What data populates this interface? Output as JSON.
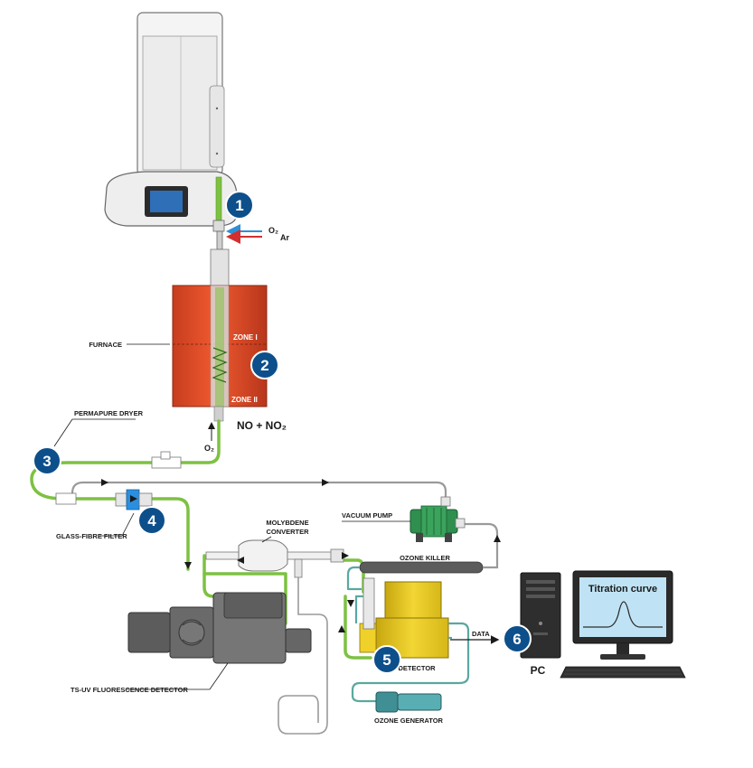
{
  "labels": {
    "o2_in": "O₂",
    "ar_in": "Ar",
    "furnace": "FURNACE",
    "zone1": "ZONE I",
    "zone2": "ZONE II",
    "no_nox": "NO + NO₂",
    "o2_bottom": "O₂",
    "permapure": "PERMAPURE DRYER",
    "glassfibre": "GLASS-FIBRE FILTER",
    "molybdene": "MOLYBDENE",
    "converter": "CONVERTER",
    "vacuum_pump": "VACUUM PUMP",
    "ozone_killer": "OZONE KILLER",
    "tn_detector": "TN DETECTOR",
    "data": "DATA",
    "pc": "PC",
    "titration_curve": "Titration curve",
    "ts_uv": "TS-UV FLUORESCENCE DETECTOR",
    "ozone_generator": "OZONE GENERATOR"
  },
  "badges": [
    "1",
    "2",
    "3",
    "4",
    "5",
    "6"
  ],
  "colors": {
    "badge": "#0d4f8b",
    "tube_green": "#7dc142",
    "tube_teal": "#5aa8a0",
    "oxygen_blue": "#2e8fd6",
    "argon_red": "#d32f2f",
    "furnace_orange": "#e8502a",
    "furnace_dark": "#b8361b",
    "detector_yellow": "#e0c21a",
    "pump_green": "#2f8f4e",
    "ozone_gen_teal": "#4fa3a8",
    "machine_gray": "#6a6a6a",
    "screen_blue": "#bfe3f4"
  }
}
